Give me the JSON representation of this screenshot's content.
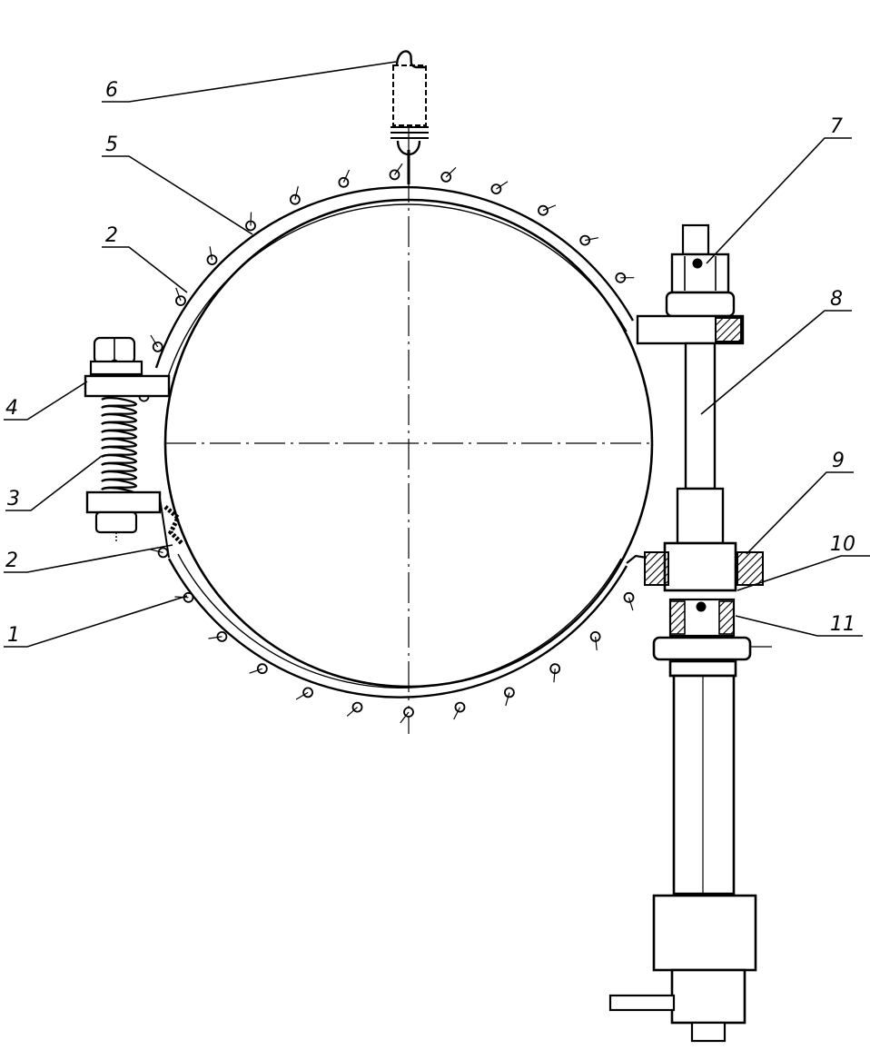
{
  "callouts": [
    {
      "id": "label-6",
      "text": "6"
    },
    {
      "id": "label-5",
      "text": "5"
    },
    {
      "id": "label-2a",
      "text": "2"
    },
    {
      "id": "label-4",
      "text": "4"
    },
    {
      "id": "label-3",
      "text": "3"
    },
    {
      "id": "label-2b",
      "text": "2"
    },
    {
      "id": "label-1",
      "text": "1"
    },
    {
      "id": "label-7",
      "text": "7"
    },
    {
      "id": "label-8",
      "text": "8"
    },
    {
      "id": "label-9",
      "text": "9"
    },
    {
      "id": "label-10",
      "text": "10"
    },
    {
      "id": "label-11",
      "text": "11"
    }
  ],
  "colors": {
    "ink": "#000000",
    "paper": "#ffffff"
  }
}
